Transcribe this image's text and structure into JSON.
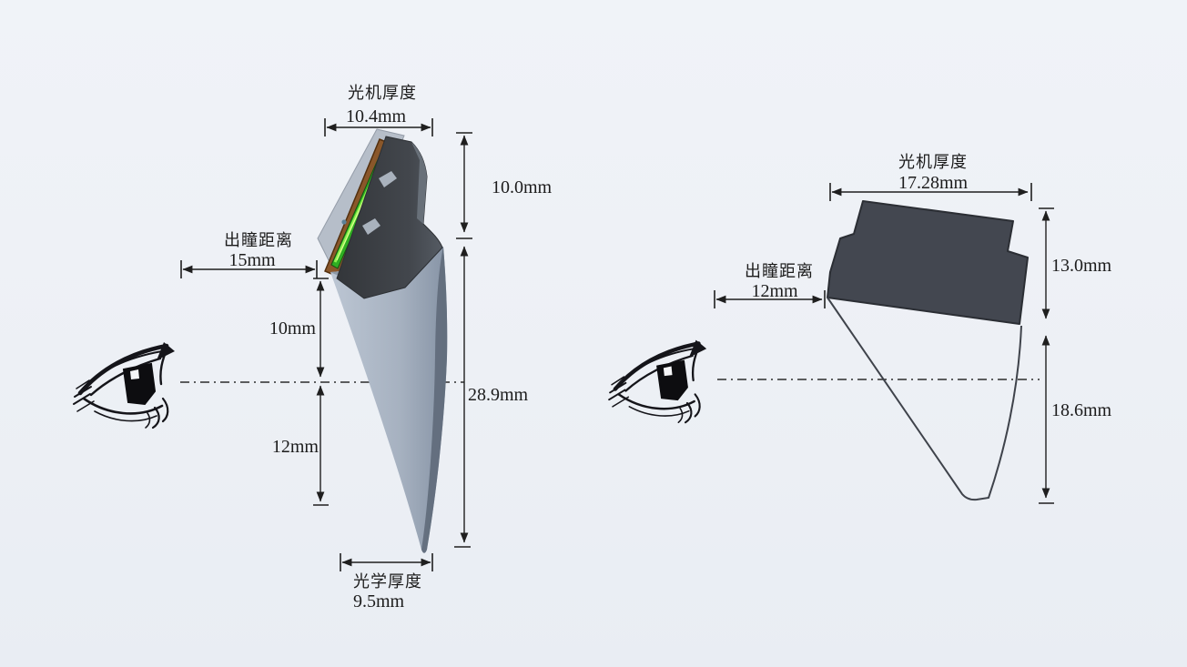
{
  "colors": {
    "background": "#edf0f5",
    "line": "#1f1f1f",
    "dark_body": "#434750",
    "lens_light": "#b7c1ce",
    "lens_shade": "#5f6a7a",
    "pcb_brown": "#8a572a",
    "display_green": "#2fae22"
  },
  "left_diagram": {
    "engine_thickness": {
      "label": "光机厚度",
      "value": "10.4mm"
    },
    "engine_height": {
      "value": "10.0mm"
    },
    "eye_relief": {
      "label": "出瞳距离",
      "value": "15mm"
    },
    "axis_to_top": {
      "value": "10mm"
    },
    "axis_to_bottom": {
      "value": "12mm"
    },
    "total_height": {
      "value": "28.9mm"
    },
    "optical_thickness": {
      "label": "光学厚度",
      "value": "9.5mm"
    }
  },
  "right_diagram": {
    "engine_thickness": {
      "label": "光机厚度",
      "value": "17.28mm"
    },
    "eye_relief": {
      "label": "出瞳距离",
      "value": "12mm"
    },
    "upper_height": {
      "value": "13.0mm"
    },
    "lower_height": {
      "value": "18.6mm"
    }
  }
}
